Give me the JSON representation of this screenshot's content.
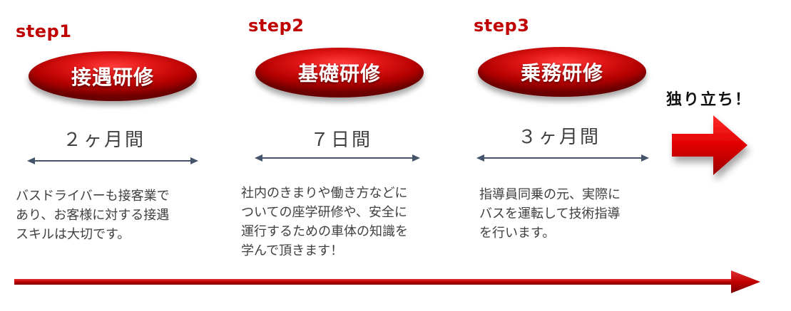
{
  "steps": [
    {
      "label": "step1",
      "title": "接遇研修",
      "duration": "２ヶ月間",
      "description_lines": [
        "バスドライバーも接客業で",
        "あり、お客様に対する接遇",
        "スキルは大切です。"
      ]
    },
    {
      "label": "step2",
      "title": "基礎研修",
      "duration": "７日間",
      "description_lines": [
        "社内のきまりや働き方などに",
        "ついての座学研修や、安全に",
        "運行するための車体の知識を",
        "学んで頂きます！"
      ]
    },
    {
      "label": "step3",
      "title": "乗務研修",
      "duration": "３ヶ月間",
      "description_lines": [
        "指導員同乗の元、実際に",
        "バスを運転して技術指導",
        "を行います。"
      ]
    }
  ],
  "goal": "独り立ち！",
  "colors": {
    "accent": "#c00000",
    "text": "#404040",
    "arrow": "#44546a"
  }
}
